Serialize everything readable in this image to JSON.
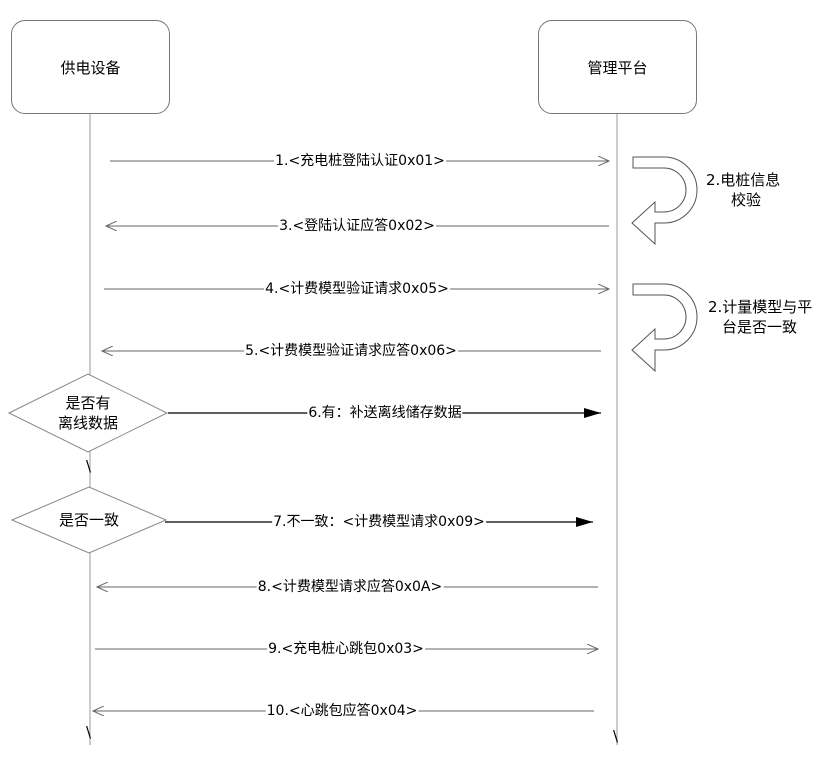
{
  "lanes": {
    "left": "供电设备",
    "right": "管理平台"
  },
  "messages": [
    {
      "id": "m1",
      "label": "1.<充电桩登陆认证0x01>"
    },
    {
      "id": "m3",
      "label": "3.<登陆认证应答0x02>"
    },
    {
      "id": "m4",
      "label": "4.<计费模型验证请求0x05>"
    },
    {
      "id": "m5",
      "label": "5.<计费模型验证请求应答0x06>"
    },
    {
      "id": "m6",
      "label": "6.有：补送离线储存数据"
    },
    {
      "id": "m7",
      "label": "7.不一致：<计费模型请求0x09>"
    },
    {
      "id": "m8",
      "label": "8.<计费模型请求应答0x0A>"
    },
    {
      "id": "m9",
      "label": "9.<充电桩心跳包0x03>"
    },
    {
      "id": "m10",
      "label": "10.<心跳包应答0x04>"
    }
  ],
  "notes": {
    "note1": {
      "line1": "2.电桩信息",
      "line2": "校验"
    },
    "note2": {
      "line1": "2.计量模型与平",
      "line2": "台是否一致"
    }
  },
  "decisions": {
    "d1": {
      "line1": "是否有",
      "line2": "离线数据"
    },
    "d2": {
      "line1": "是否一致"
    }
  },
  "break_mark": "\\"
}
